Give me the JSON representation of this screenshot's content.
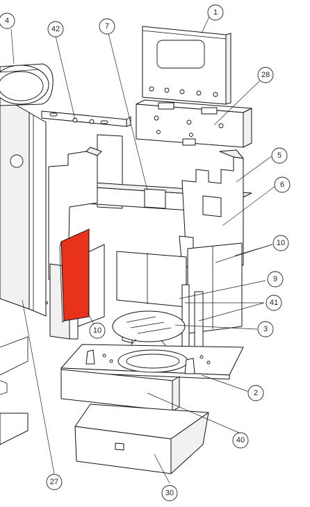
{
  "colors": {
    "highlight": "#e8321c",
    "line": "#111111",
    "background": "#ffffff"
  },
  "callouts": {
    "c1": "1",
    "c4": "4",
    "c42": "42",
    "c7": "7",
    "c28": "28",
    "c5": "5",
    "c6": "6",
    "c10a": "10",
    "c9": "9",
    "c41": "41",
    "c10b": "10",
    "c3": "3",
    "c2": "2",
    "c40": "40",
    "c27": "27",
    "c30": "30"
  }
}
